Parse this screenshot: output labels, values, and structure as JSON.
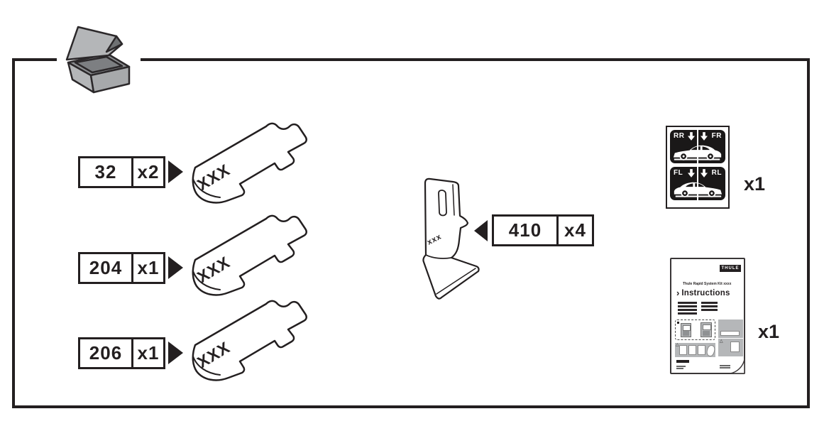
{
  "colors": {
    "ink": "#231f20",
    "box_gray": "#b4b6b8",
    "box_gray_dark": "#6f7173",
    "panel_gray": "#b5b7b9",
    "sticker_black": "#1a1818"
  },
  "parts": [
    {
      "id": "32",
      "qty": "x2",
      "mark": "XXX"
    },
    {
      "id": "204",
      "qty": "x1",
      "mark": "XXX"
    },
    {
      "id": "206",
      "qty": "x1",
      "mark": "XXX"
    },
    {
      "id": "410",
      "qty": "x4",
      "mark": "xxx"
    }
  ],
  "sticker": {
    "top_left": "RR",
    "top_right": "FR",
    "bottom_left": "FL",
    "bottom_right": "RL",
    "qty": "x1"
  },
  "manual": {
    "brand": "THULE",
    "subtitle": "Thule Rapid System Kit xxxx",
    "chevron": "›",
    "title": "Instructions",
    "qty": "x1"
  }
}
